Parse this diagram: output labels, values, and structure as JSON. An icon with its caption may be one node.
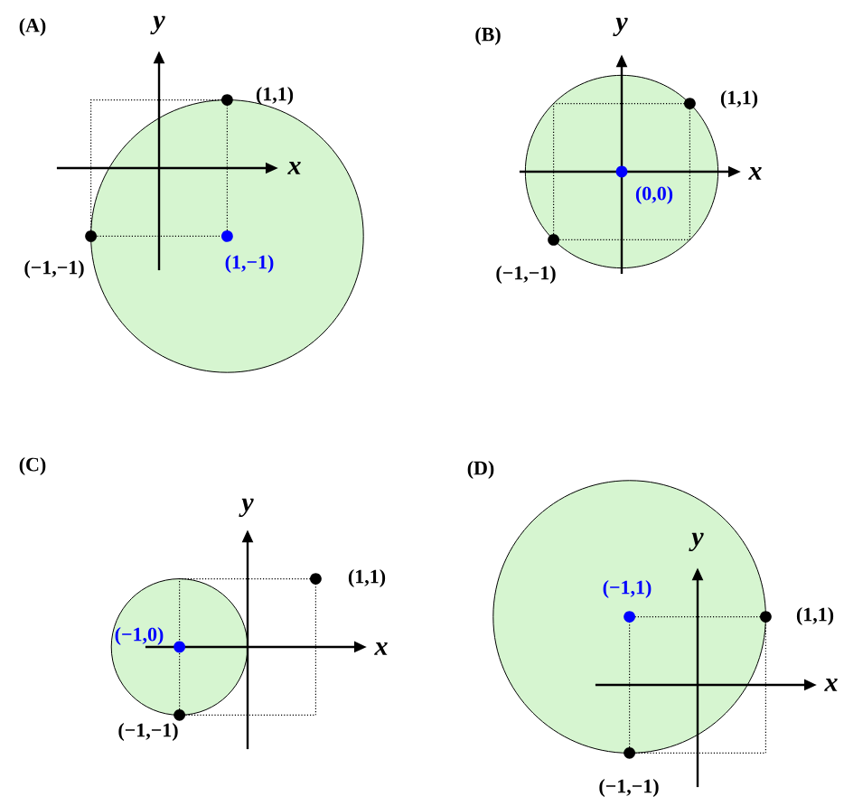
{
  "diagram": {
    "labels": [
      "(A)",
      "y",
      "(1,1)",
      "x",
      "(−1,−1)",
      "(1,−1)",
      "(B)",
      "y",
      "(1,1)",
      "x",
      "(0,0)",
      "(−1,−1)",
      "(C)",
      "y",
      "(1,1)",
      "(−1,0)",
      "x",
      "(−1,−1)",
      "(D)",
      "y",
      "(−1,1)",
      "(1,1)",
      "x",
      "(−1,−1)"
    ]
  }
}
